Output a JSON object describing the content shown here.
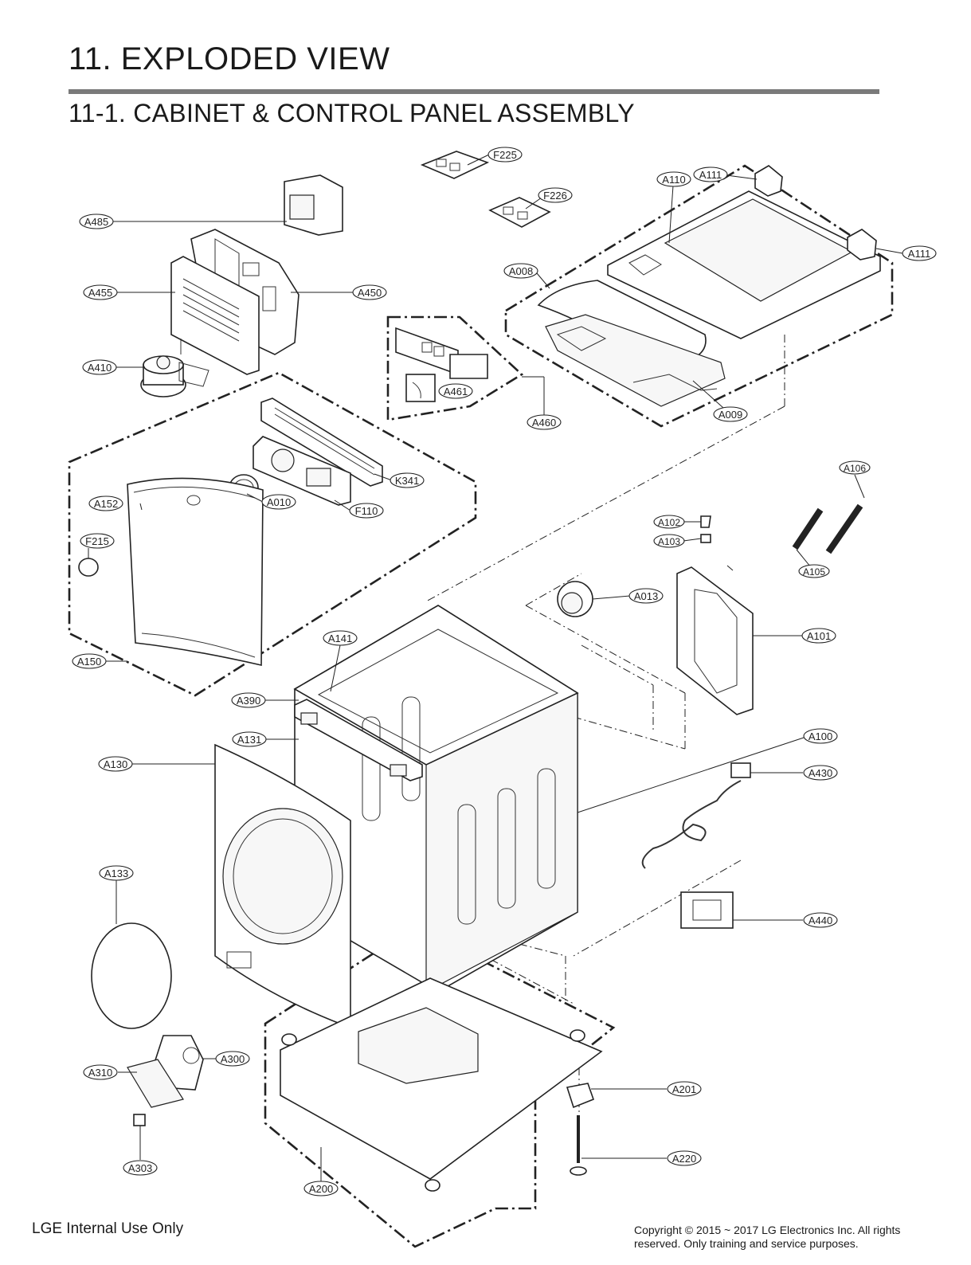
{
  "header": {
    "title": "11. EXPLODED VIEW",
    "subtitle": "11-1. CABINET  & CONTROL PANEL ASSEMBLY"
  },
  "callouts": [
    {
      "id": "F225",
      "label": "F225"
    },
    {
      "id": "F226",
      "label": "F226"
    },
    {
      "id": "A110",
      "label": "A110"
    },
    {
      "id": "A111a",
      "label": "A111"
    },
    {
      "id": "A111b",
      "label": "A111"
    },
    {
      "id": "A485",
      "label": "A485"
    },
    {
      "id": "A455",
      "label": "A455"
    },
    {
      "id": "A450",
      "label": "A450"
    },
    {
      "id": "A008",
      "label": "A008"
    },
    {
      "id": "A410",
      "label": "A410"
    },
    {
      "id": "A461",
      "label": "A461"
    },
    {
      "id": "A460",
      "label": "A460"
    },
    {
      "id": "A009",
      "label": "A009"
    },
    {
      "id": "K341",
      "label": "K341"
    },
    {
      "id": "A152",
      "label": "A152"
    },
    {
      "id": "A010",
      "label": "A010"
    },
    {
      "id": "F110",
      "label": "F110"
    },
    {
      "id": "A106",
      "label": "A106"
    },
    {
      "id": "A102",
      "label": "A102"
    },
    {
      "id": "A103",
      "label": "A103"
    },
    {
      "id": "F215",
      "label": "F215"
    },
    {
      "id": "A105",
      "label": "A105"
    },
    {
      "id": "A013",
      "label": "A013"
    },
    {
      "id": "A101",
      "label": "A101"
    },
    {
      "id": "A141",
      "label": "A141"
    },
    {
      "id": "A150",
      "label": "A150"
    },
    {
      "id": "A390",
      "label": "A390"
    },
    {
      "id": "A131",
      "label": "A131"
    },
    {
      "id": "A100",
      "label": "A100"
    },
    {
      "id": "A130",
      "label": "A130"
    },
    {
      "id": "A430",
      "label": "A430"
    },
    {
      "id": "A133",
      "label": "A133"
    },
    {
      "id": "A440",
      "label": "A440"
    },
    {
      "id": "A300",
      "label": "A300"
    },
    {
      "id": "A310",
      "label": "A310"
    },
    {
      "id": "A201",
      "label": "A201"
    },
    {
      "id": "A220",
      "label": "A220"
    },
    {
      "id": "A200",
      "label": "A200"
    },
    {
      "id": "A303",
      "label": "A303"
    }
  ],
  "footer": {
    "left": "LGE Internal Use Only",
    "copyright": "Copyright © 2015 ~ 2017 LG Electronics Inc. All rights reserved. Only training and service purposes."
  }
}
